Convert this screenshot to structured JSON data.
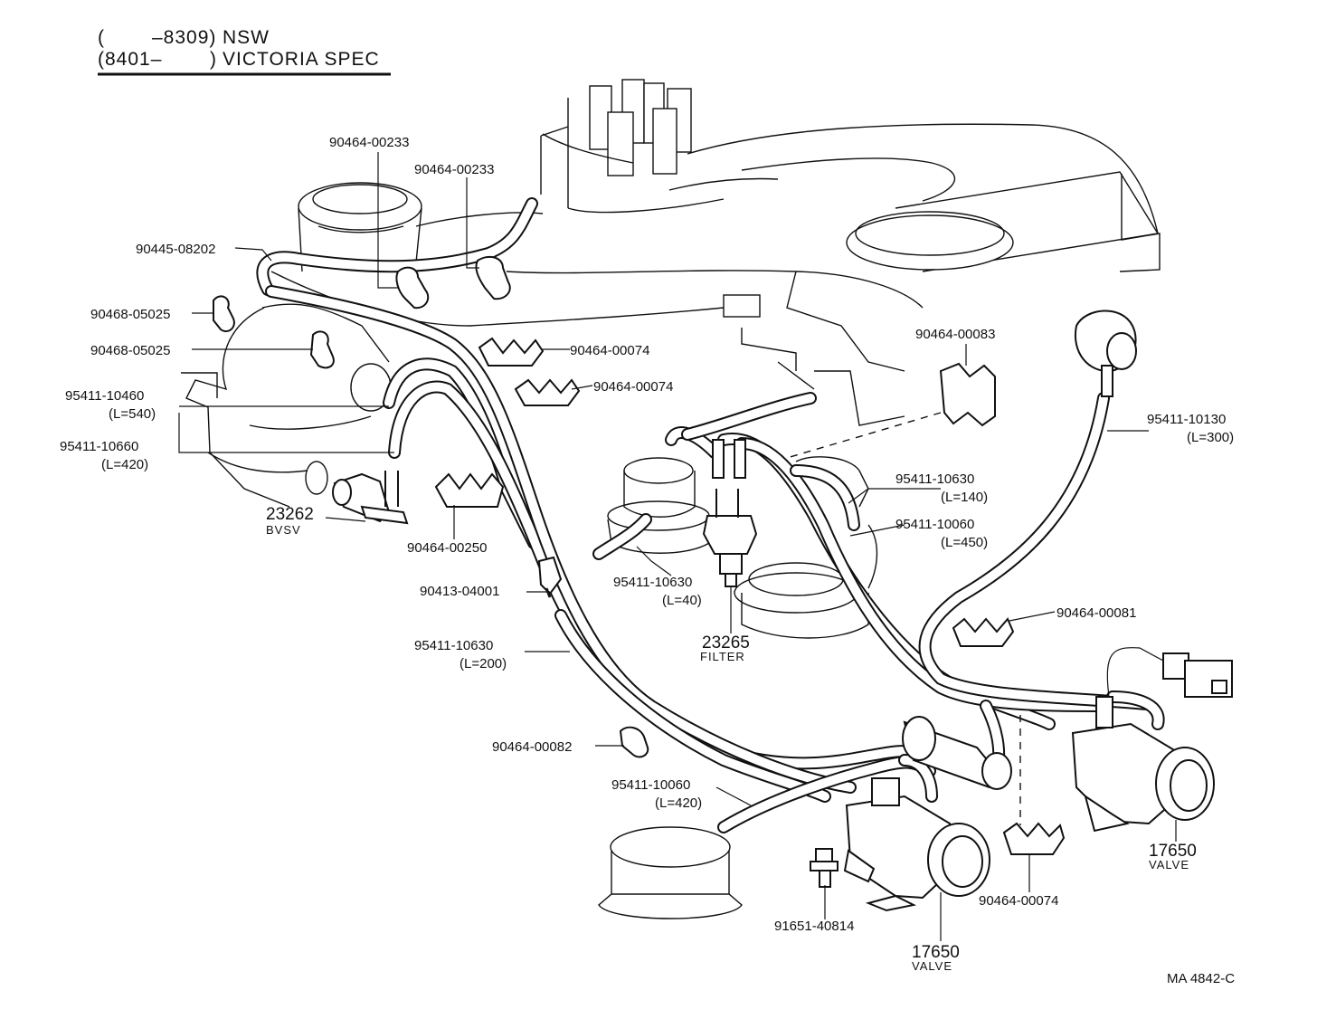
{
  "header": {
    "line1_open": "(",
    "line1_code": "–8309)",
    "line1_spec": "NSW",
    "line2_code": "(8401–",
    "line2_close": ")",
    "line2_spec": "VICTORIA  SPEC"
  },
  "labels": {
    "p9046400233_a": "90464-00233",
    "p9046400233_b": "90464-00233",
    "p9044508202": "90445-08202",
    "p9046805025_a": "90468-05025",
    "p9046805025_b": "90468-05025",
    "p9046400074_a": "90464-00074",
    "p9046400074_b": "90464-00074",
    "p9046400074_c": "90464-00074",
    "p9541110460": "95411-10460",
    "p9541110460_len": "(L=540)",
    "p9541110660": "95411-10660",
    "p9541110660_len": "(L=420)",
    "p23262": "23262",
    "p23262_name": "BVSV",
    "p9046400250": "90464-00250",
    "p9041304001": "90413-04001",
    "p9541110630_a": "95411-10630",
    "p9541110630_a_len": "(L=40)",
    "p23265": "23265",
    "p23265_name": "FILTER",
    "p9046400083": "90464-00083",
    "p9541110130": "95411-10130",
    "p9541110130_len": "(L=300)",
    "p9541110630_b": "95411-10630",
    "p9541110630_b_len": "(L=140)",
    "p9541110060_a": "95411-10060",
    "p9541110060_a_len": "(L=450)",
    "p9046400081": "90464-00081",
    "p9541110630_c": "95411-10630",
    "p9541110630_c_len": "(L=200)",
    "p9046400082": "90464-00082",
    "p9541110060_b": "95411-10060",
    "p9541110060_b_len": "(L=420)",
    "p9165140814": "91651-40814",
    "p17650_a": "17650",
    "p17650_a_name": "VALVE",
    "p17650_b": "17650",
    "p17650_b_name": "VALVE",
    "drawing_no": "MA  4842-C"
  }
}
